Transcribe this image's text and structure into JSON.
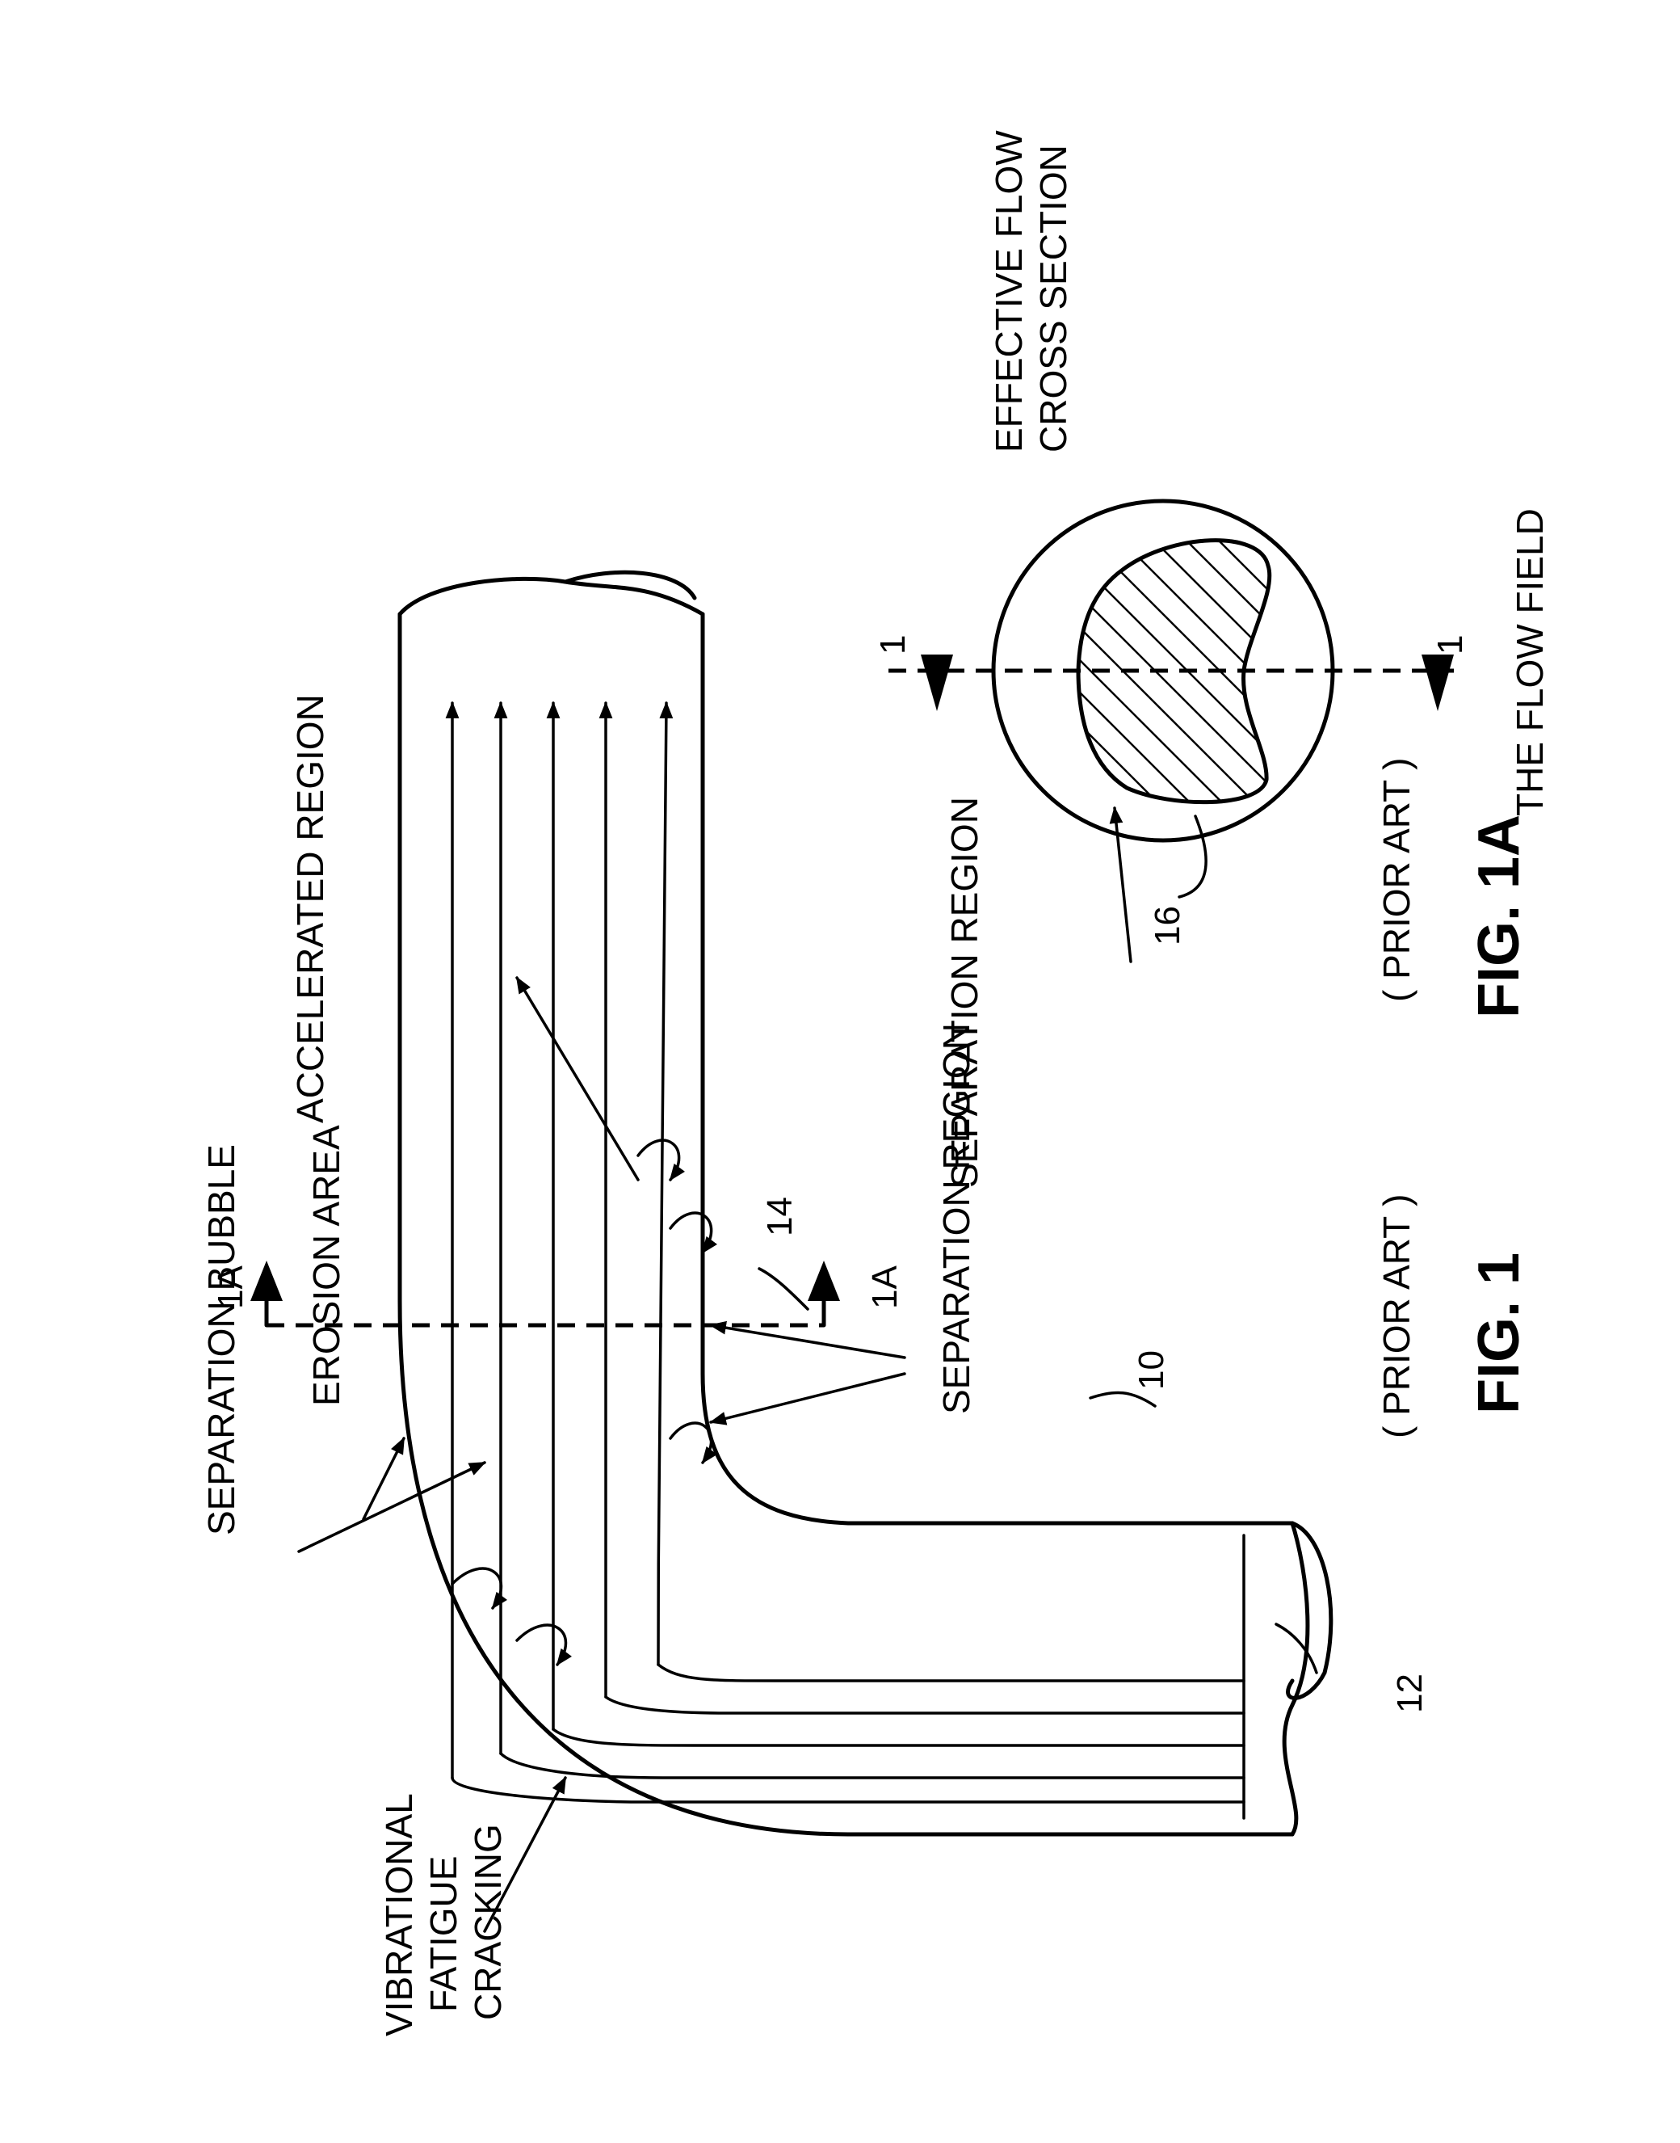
{
  "labels": {
    "separation_bubble": "SEPARATION BUBBLE",
    "erosion_area": "EROSION AREA",
    "vibrational": "VIBRATIONAL",
    "fatigue": "FATIGUE",
    "cracking": "CRACKING",
    "accelerated_region": "ACCELERATED REGION",
    "separation_region_top": "SEPARATION REGION",
    "separation_region_bottom": "SEPARATION REGION",
    "section_1a_top": "1A",
    "section_1a_bottom": "1A",
    "ref_10": "10",
    "ref_12": "12",
    "ref_14": "14",
    "ref_16": "16",
    "prior_art_1": "( PRIOR ART )",
    "fig_1": "FIG.  1",
    "effective_flow": "EFFECTIVE FLOW",
    "cross_section": "CROSS SECTION",
    "section_1_left": "1",
    "section_1_right": "1",
    "the_flow_field": "THE FLOW FIELD",
    "prior_art_1a": "( PRIOR ART )",
    "fig_1a": "FIG.  1A"
  }
}
